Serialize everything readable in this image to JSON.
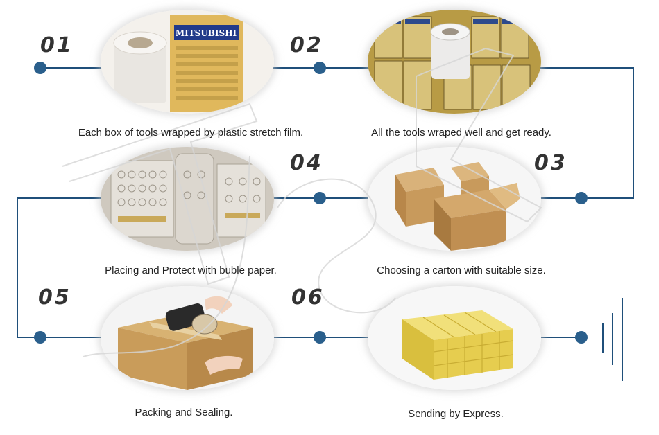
{
  "accent_color": "#1f4f7a",
  "steps": [
    {
      "num": "01",
      "caption": "Each box of tools wrapped by plastic stretch film.",
      "icon": "tape-roll-and-box-image"
    },
    {
      "num": "02",
      "caption": "All the tools wraped well and get ready.",
      "icon": "wrapped-boxes-image"
    },
    {
      "num": "03",
      "caption": "Choosing a carton with suitable size.",
      "icon": "cartons-image"
    },
    {
      "num": "04",
      "caption": "Placing and Protect with buble paper.",
      "icon": "bubble-wrap-image"
    },
    {
      "num": "05",
      "caption": "Packing and Sealing.",
      "icon": "tape-sealing-image"
    },
    {
      "num": "06",
      "caption": "Sending by Express.",
      "icon": "wrapped-parcel-image"
    }
  ],
  "box_label": "MITSUBISHI"
}
